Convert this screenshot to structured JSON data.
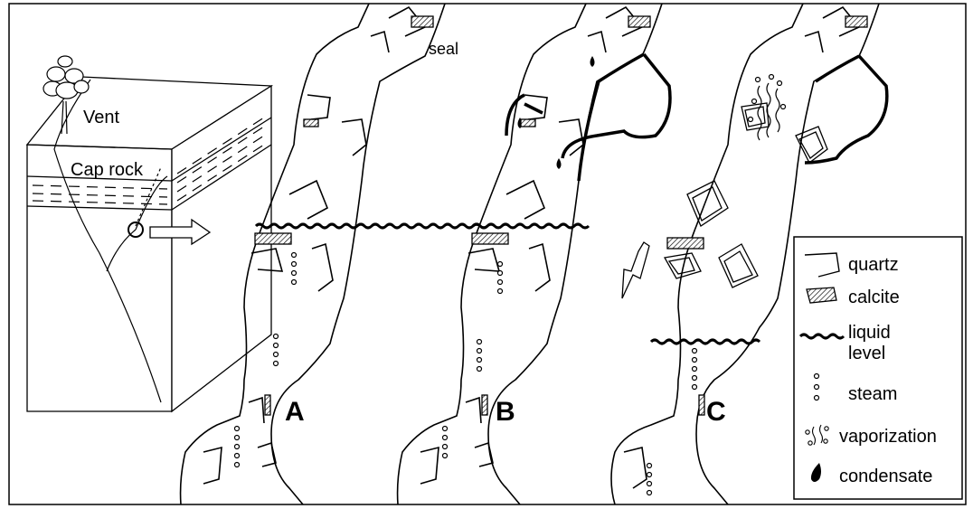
{
  "block": {
    "vent_label": "Vent",
    "cap_rock_label": "Cap rock"
  },
  "panels": {
    "a": {
      "letter": "A",
      "seal_label": "seal"
    },
    "b": {
      "letter": "B"
    },
    "c": {
      "letter": "C"
    }
  },
  "legend": {
    "quartz": "quartz",
    "calcite": "calcite",
    "liquid_level_line1": "liquid",
    "liquid_level_line2": "level",
    "steam": "steam",
    "vaporization": "vaporization",
    "condensate": "condensate"
  }
}
